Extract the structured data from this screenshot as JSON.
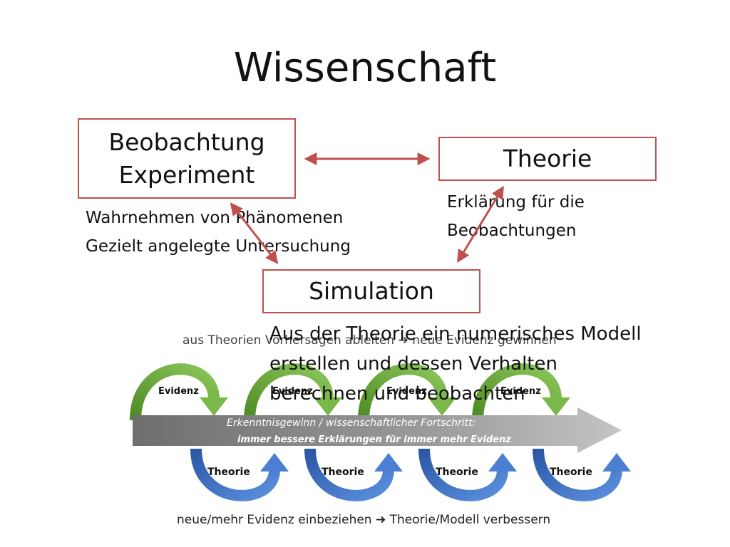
{
  "title": "Wissenschaft",
  "boxes": {
    "beobachtung": [
      "Beobachtung",
      "Experiment"
    ],
    "theorie": "Theorie",
    "simulation": "Simulation"
  },
  "descriptions": {
    "beobachtung": [
      "Wahrnehmen von Phänomenen",
      "Gezielt angelegte Untersuchung"
    ],
    "theorie": [
      "Erklärung für die",
      "Beobachtungen"
    ],
    "simulation": [
      "Aus der Theorie ein numerisches Modell",
      "erstellen und dessen Verhalten",
      "berechnen und beobachten"
    ]
  },
  "cycle": {
    "top_caption": "aus Theorien Vorhersagen ableiten",
    "top_caption_result": "neue Evidenz gewinnen",
    "bottom_caption": "neue/mehr Evidenz einbeziehen",
    "bottom_caption_result": "Theorie/Modell verbessern",
    "arrow_line1": "Erkenntnisgewinn / wissenschaftlicher Fortschritt:",
    "arrow_line2": "immer bessere Erklärungen für immer mehr Evidenz",
    "evidence_labels": [
      "Evidenz",
      "Evidenz",
      "Evidenz",
      "Evidenz"
    ],
    "theory_labels": [
      "Theorie",
      "Theorie",
      "Theorie",
      "Theorie"
    ]
  },
  "colors": {
    "box_border": "#c0504d",
    "arrow_red": "#c0504d",
    "green": "#6fae38",
    "blue": "#3a6fc4",
    "gray_arrow": "#8e8e8e"
  }
}
